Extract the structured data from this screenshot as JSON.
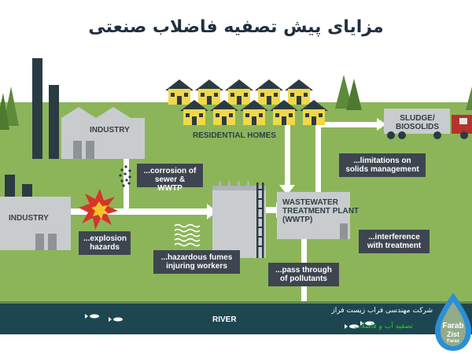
{
  "title": "مزایای پیش تصفیه فاضلاب صنعتی",
  "labels": {
    "industry_top": "INDUSTRY",
    "industry_left": "INDUSTRY",
    "residential": "RESIDENTIAL HOMES",
    "sludge_line1": "SLUDGE/",
    "sludge_line2": "BIOSOLIDS",
    "wwtp_line1": "WASTEWATER",
    "wwtp_line2": "TREATMENT PLANT",
    "wwtp_line3": "(WWTP)",
    "river": "RIVER"
  },
  "callouts": {
    "corrosion_1": "...corrosion of",
    "corrosion_2": "sewer & WWTP",
    "explosion_1": "...explosion",
    "explosion_2": "hazards",
    "fumes_1": "...hazardous fumes",
    "fumes_2": "injuring workers",
    "limitations_1": "...limitations on",
    "limitations_2": "solids management",
    "interference_1": "...interference",
    "interference_2": "with treatment",
    "passthrough_1": "...pass through",
    "passthrough_2": "of pollutants"
  },
  "watermark": {
    "company": "شرکت مهندسی فراب زیست فراز",
    "service": "تصفیه آب و فاضلاب",
    "logo_line1": "Farab",
    "logo_line2": "Zist",
    "logo_line3": "Faraz"
  },
  "colors": {
    "sky": "#ffffff",
    "grass": "#8cb559",
    "building": "#c9ccce",
    "dark_stack": "#2b3b43",
    "house": "#f0d84a",
    "label_bg": "#3d4550",
    "river": "#1d4650",
    "arrow": "#ffffff",
    "explosion_red": "#d7342a",
    "explosion_yellow": "#f5c32c",
    "watermark_green": "#1fd31f",
    "logo_blue": "#2c8fd6"
  }
}
